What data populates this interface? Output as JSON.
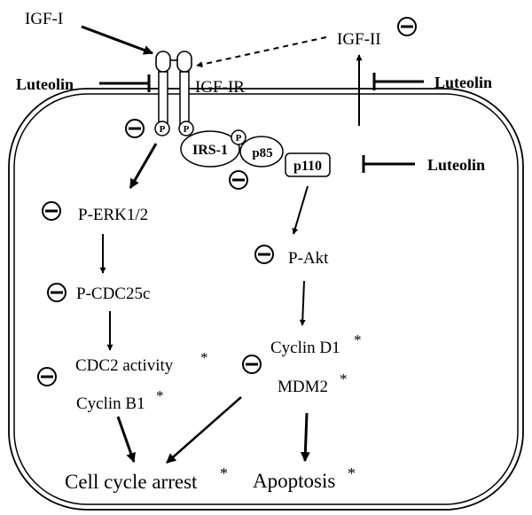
{
  "ligands": {
    "igf1": "IGF-I",
    "igf2": "IGF-II"
  },
  "receptor": {
    "label": "IGF-IR",
    "phospho": "P"
  },
  "inhibitor": {
    "name": "Luteolin"
  },
  "adaptors": {
    "irs1": "IRS-1",
    "p85": "p85",
    "p110": "p110",
    "phospho": "P"
  },
  "left_pathway": {
    "erk": "P-ERK1/2",
    "cdc25c": "P-CDC25c",
    "cdc2": "CDC2 activity",
    "cyclin_b1": "Cyclin B1",
    "star": "*"
  },
  "right_pathway": {
    "akt": "P-Akt",
    "cyclin_d1": "Cyclin D1",
    "mdm2": "MDM2",
    "star": "*"
  },
  "outcomes": {
    "arrest": "Cell cycle arrest",
    "apoptosis": "Apoptosis",
    "star": "*"
  }
}
